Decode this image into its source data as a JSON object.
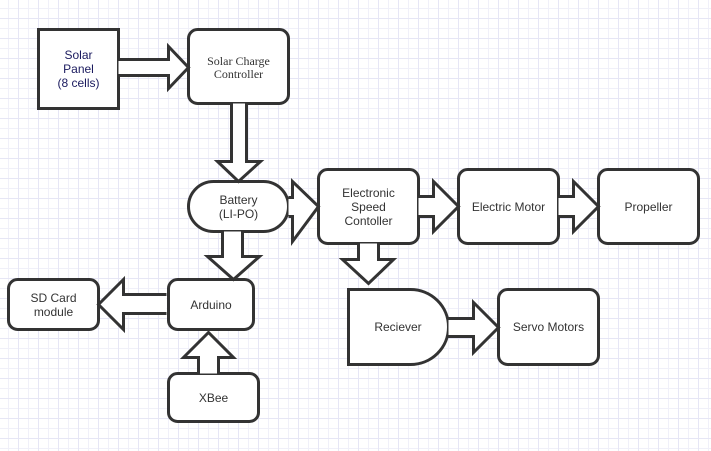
{
  "diagram": {
    "nodes": {
      "solar_panel": {
        "label": "Solar\nPanel\n(8 cells)",
        "text_color": "#1a1a5e"
      },
      "solar_charge_controller": {
        "label": "Solar Charge\nController"
      },
      "battery": {
        "label": "Battery\n(LI-PO)"
      },
      "esc": {
        "label": "Electronic\nSpeed\nContoller"
      },
      "electric_motor": {
        "label": "Electric Motor"
      },
      "propeller": {
        "label": "Propeller"
      },
      "arduino": {
        "label": "Arduino"
      },
      "sd_card": {
        "label": "SD Card\nmodule"
      },
      "xbee": {
        "label": "XBee"
      },
      "receiver": {
        "label": "Reciever"
      },
      "servo_motors": {
        "label": "Servo Motors"
      }
    },
    "edges": [
      {
        "from": "Solar Panel",
        "to": "Solar Charge Controller"
      },
      {
        "from": "Solar Charge Controller",
        "to": "Battery"
      },
      {
        "from": "Battery",
        "to": "Electronic Speed Contoller"
      },
      {
        "from": "Battery",
        "to": "Arduino"
      },
      {
        "from": "Electronic Speed Contoller",
        "to": "Electric Motor"
      },
      {
        "from": "Electric Motor",
        "to": "Propeller"
      },
      {
        "from": "Electronic Speed Contoller",
        "to": "Reciever"
      },
      {
        "from": "Reciever",
        "to": "Servo Motors"
      },
      {
        "from": "Arduino",
        "to": "SD Card module"
      },
      {
        "from": "XBee",
        "to": "Arduino"
      }
    ],
    "colors": {
      "stroke": "#333333",
      "fill": "#ffffff",
      "grid": "#e6e6f5"
    }
  }
}
